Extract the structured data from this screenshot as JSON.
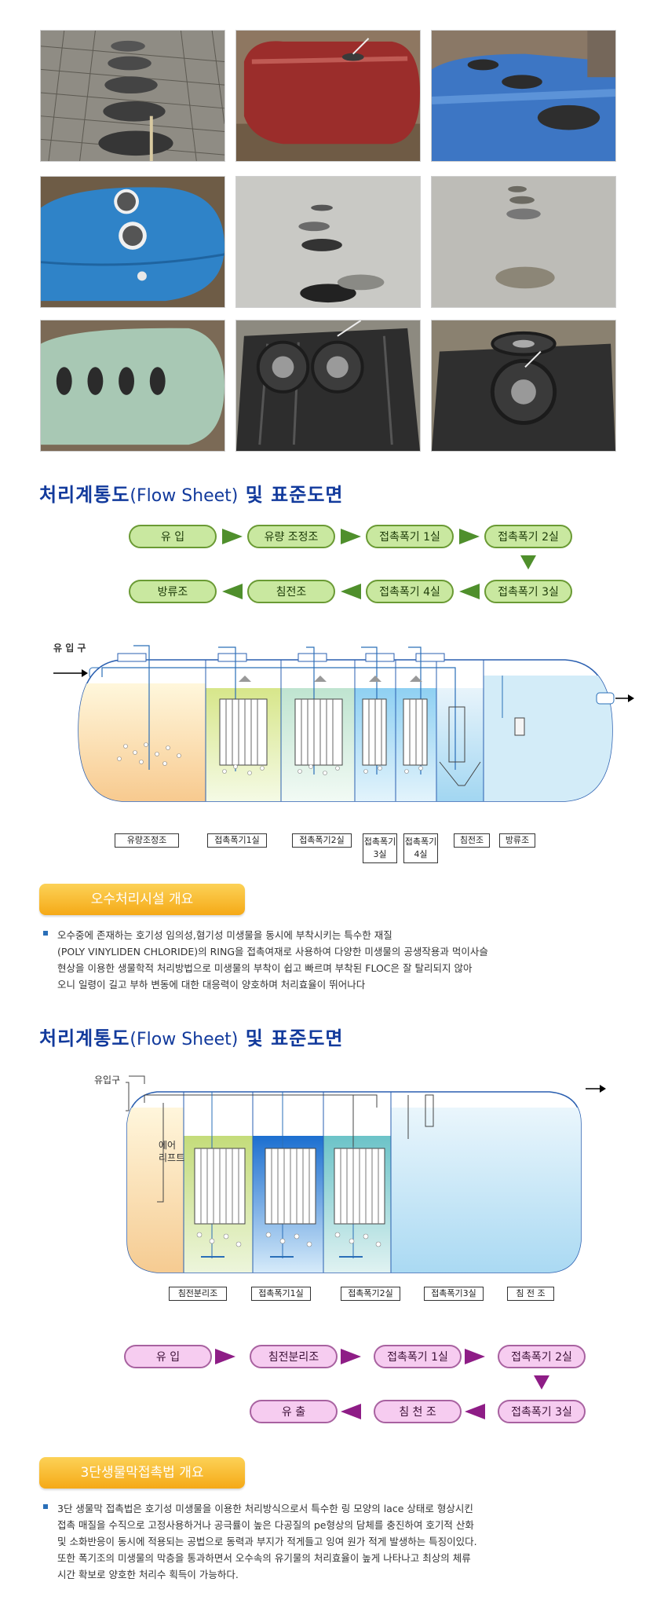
{
  "photos": [
    {
      "name": "photo-tank-manholes-rebar"
    },
    {
      "name": "photo-red-tank"
    },
    {
      "name": "photo-blue-tank-manholes"
    },
    {
      "name": "photo-blue-tank-side"
    },
    {
      "name": "photo-concrete-manholes"
    },
    {
      "name": "photo-concrete-manholes-far"
    },
    {
      "name": "photo-green-tank-openings"
    },
    {
      "name": "photo-black-tank-rings"
    },
    {
      "name": "photo-black-tank-close"
    }
  ],
  "section1": {
    "title_kr1": "처리계통도",
    "title_lat": "(Flow Sheet)",
    "title_kr2": " 및 표준도면",
    "flow": [
      "유  입",
      "유량 조정조",
      "접촉폭기 1실",
      "접촉폭기 2실",
      "접촉폭기 3실",
      "접촉폭기 4실",
      "침전조",
      "방류조"
    ],
    "inlet_label": "유 입 구",
    "tanks": [
      "유량조정조",
      "접촉폭기1실",
      "접촉폭기2실",
      "접촉폭기\n3실",
      "접촉폭기\n4실",
      "침전조",
      "방류조"
    ]
  },
  "overview1": {
    "title": "오수처리시설 개요",
    "text": [
      "오수중에 존재하는 호기성 임의성,혐기성 미생물을 동시에 부착시키는 특수한 재질",
      "(POLY VINYLIDEN CHLORIDE)의 RING을 접촉여재로 사용하여 다양한 미생물의 공생작용과 먹이사슬",
      "현상을 이용한 생물학적 처리방법으로 미생물의 부착이 쉽고 빠르며 부착된 FLOC은 잘 탈리되지 않아",
      "오니 일령이 길고 부하 변동에 대한 대응력이 양호하며 처리효율이 뛰어나다"
    ]
  },
  "section2": {
    "title_kr1": "처리계통도",
    "title_lat": "(Flow Sheet)",
    "title_kr2": " 및 표준도면",
    "inlet_label": "유입구",
    "airlift_label": "에어\n리프트",
    "tanks": [
      "침전분리조",
      "접촉폭기1실",
      "접촉폭기2실",
      "접촉폭기3실",
      "침 전 조"
    ],
    "flow": [
      "유  입",
      "침전분리조",
      "접촉폭기 1실",
      "접촉폭기 2실",
      "접촉폭기 3실",
      "침 천 조",
      "유  출"
    ]
  },
  "overview2": {
    "title": "3단생물막접촉법 개요",
    "text": [
      "3단 생물막 접촉법은 호기성 미생물을 이용한 처리방식으로서 특수한 링 모양의 lace 상태로 형상시킨",
      "접촉 매질을 수직으로 고정사용하거나 공극률이 높은 다공질의 pe형상의 담체를 충진하여 호기적 산화",
      "및 소화반응이 동시에 적용되는 공법으로 동력과 부지가 적게들고 잉여 원가 적게 발생하는 특징이있다.",
      "또한 폭기조의 미생물의 막층을 통과하면서 오수속의 유기물의 처리효율이 높게 나타나고 최상의 체류",
      "시간 확보로 양호한 처리수 획득이 가능하다."
    ]
  },
  "colors": {
    "title": "#123a9c",
    "green_pill": "#c9e8a0",
    "green_arrow": "#4f8f2c",
    "pink_pill": "#f6ccf0",
    "purple_arrow": "#8e1d86",
    "banner": "#f5a917"
  }
}
